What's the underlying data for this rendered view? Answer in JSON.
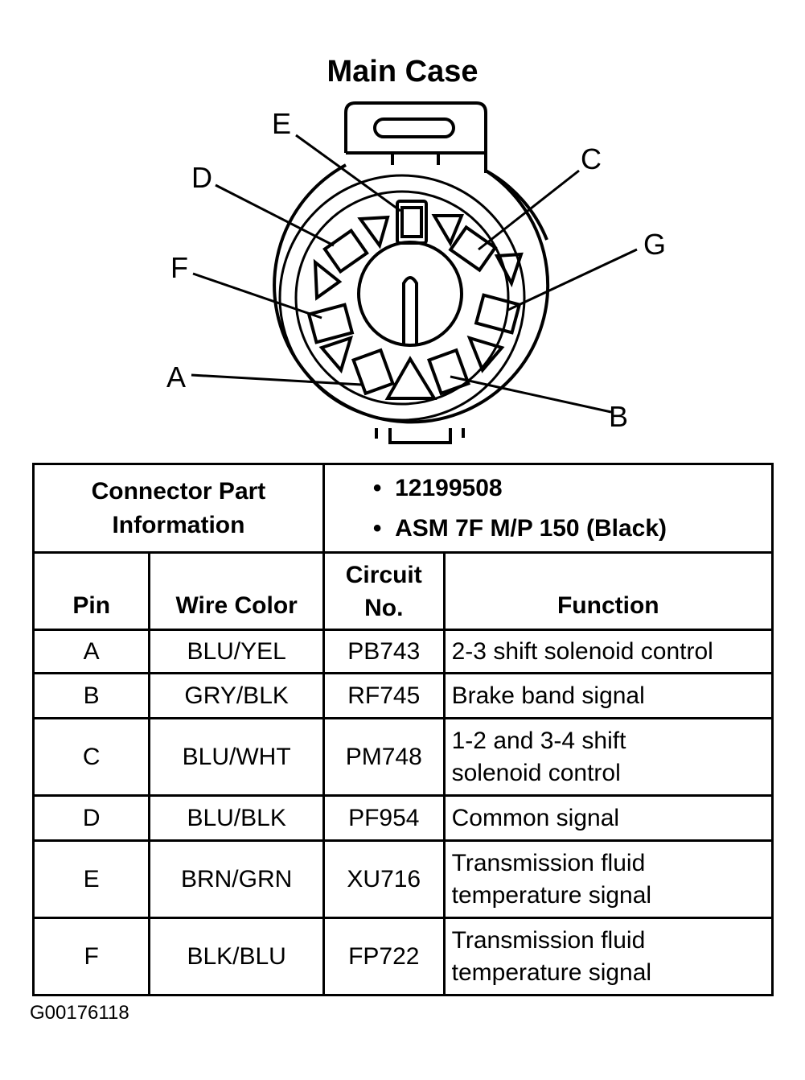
{
  "diagram": {
    "title": "Main Case",
    "pin_labels": [
      "E",
      "D",
      "C",
      "G",
      "F",
      "A",
      "B"
    ]
  },
  "table": {
    "info_label_line1": "Connector Part",
    "info_label_line2": "Information",
    "info_bullets": [
      "12199508",
      "ASM 7F M/P 150 (Black)"
    ],
    "headers": {
      "pin": "Pin",
      "wire_color": "Wire Color",
      "circuit_line1": "Circuit",
      "circuit_line2": "No.",
      "function": "Function"
    },
    "rows": [
      {
        "pin": "A",
        "wire": "BLU/YEL",
        "circuit": "PB743",
        "function_lines": [
          "2-3 shift solenoid control"
        ]
      },
      {
        "pin": "B",
        "wire": "GRY/BLK",
        "circuit": "RF745",
        "function_lines": [
          "Brake band signal"
        ]
      },
      {
        "pin": "C",
        "wire": "BLU/WHT",
        "circuit": "PM748",
        "function_lines": [
          "1-2 and 3-4 shift",
          "solenoid control"
        ]
      },
      {
        "pin": "D",
        "wire": "BLU/BLK",
        "circuit": "PF954",
        "function_lines": [
          "Common signal"
        ]
      },
      {
        "pin": "E",
        "wire": "BRN/GRN",
        "circuit": "XU716",
        "function_lines": [
          "Transmission fluid",
          "temperature signal"
        ]
      },
      {
        "pin": "F",
        "wire": "BLK/BLU",
        "circuit": "FP722",
        "function_lines": [
          "Transmission fluid",
          "temperature signal"
        ]
      }
    ]
  },
  "figure_code": "G00176118"
}
